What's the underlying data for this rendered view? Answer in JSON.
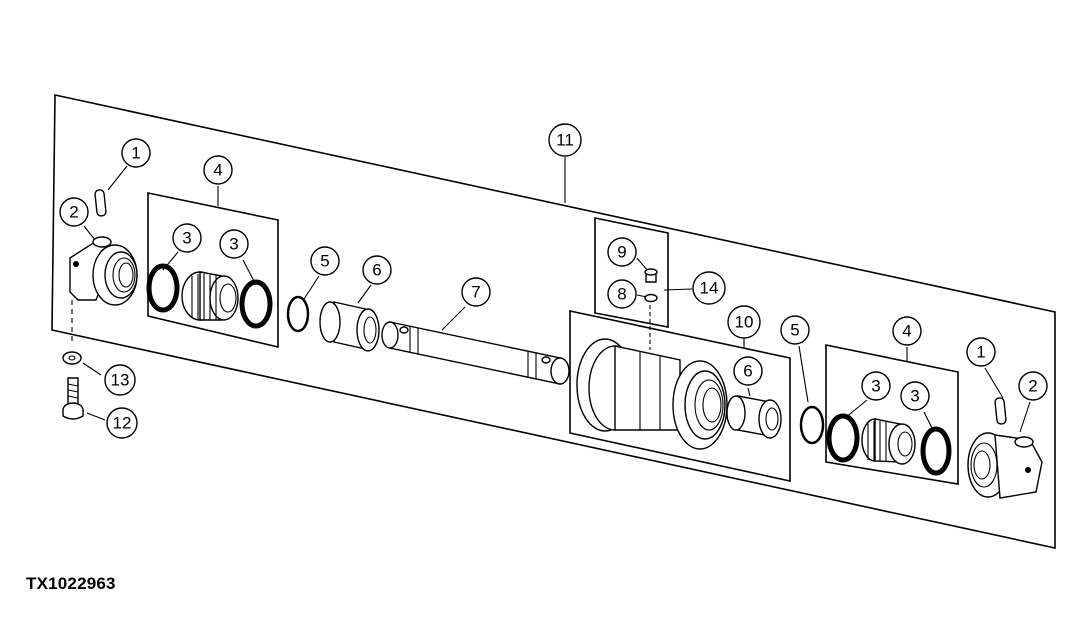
{
  "figure_id": "TX1022963",
  "callouts": {
    "c1a": "1",
    "c1b": "1",
    "c2a": "2",
    "c2b": "2",
    "c3a": "3",
    "c3b": "3",
    "c3c": "3",
    "c3d": "3",
    "c4a": "4",
    "c4b": "4",
    "c5a": "5",
    "c5b": "5",
    "c6a": "6",
    "c6b": "6",
    "c7": "7",
    "c8": "8",
    "c9": "9",
    "c10": "10",
    "c11": "11",
    "c12": "12",
    "c13": "13",
    "c14": "14"
  }
}
